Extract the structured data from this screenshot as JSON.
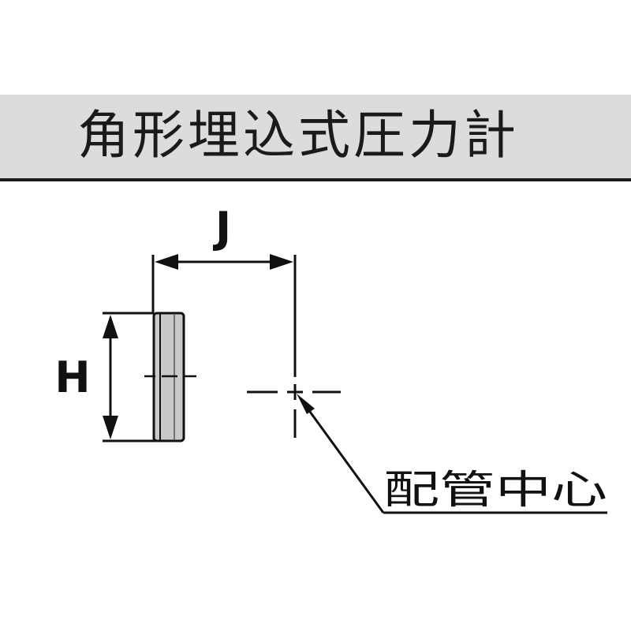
{
  "title": "角形埋込式圧力計",
  "dimensions": {
    "width_label": "J",
    "height_label": "H"
  },
  "callout": {
    "label": "配管中心"
  }
}
